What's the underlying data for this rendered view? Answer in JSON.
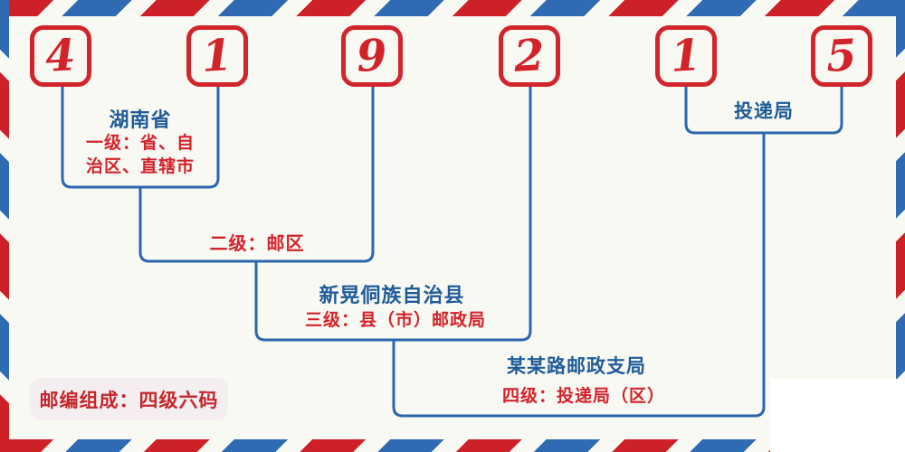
{
  "postal_code": {
    "digits": [
      "4",
      "1",
      "9",
      "2",
      "1",
      "5"
    ]
  },
  "annotations": {
    "level1": {
      "place": "湖南省",
      "desc_line1": "一级：省、自",
      "desc_line2": "治区、直辖市"
    },
    "level2": {
      "label": "二级：邮区"
    },
    "level3": {
      "place": "新晃侗族自治县",
      "label": "三级：县（市）邮政局"
    },
    "level4": {
      "place": "某某路邮政支局",
      "label": "四级：投递局（区）"
    },
    "delivery": {
      "place": "投递局"
    },
    "composition": {
      "label": "邮编组成：四级六码"
    }
  },
  "colors": {
    "stripe_red": "#ce2127",
    "stripe_blue": "#2e6bb2",
    "digit_red": "#d2232a",
    "line_blue": "#2b67ae",
    "title_blue": "#1f5c99",
    "label_red": "#d3222a",
    "badge_background": "#f5eef0",
    "page_background": "#f9f9f3"
  }
}
